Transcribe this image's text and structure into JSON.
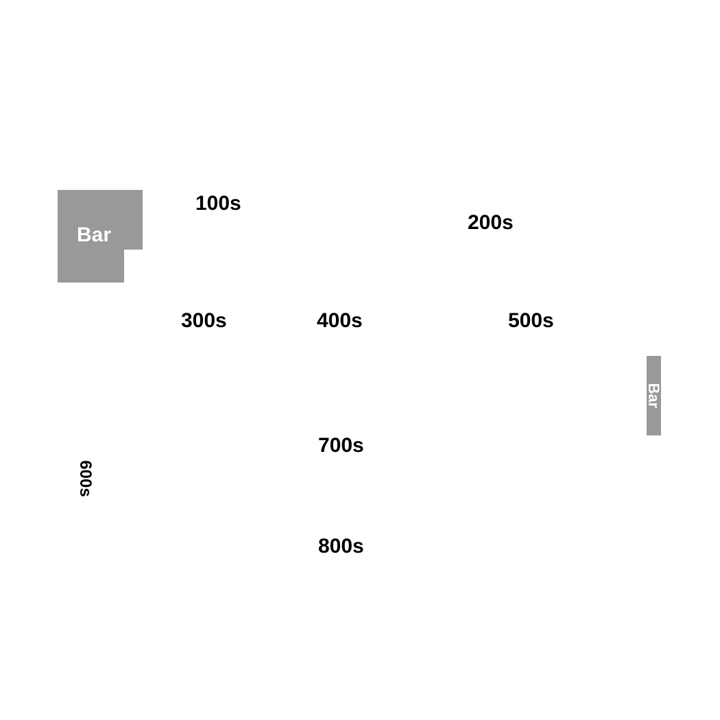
{
  "map": {
    "area_color": "#999999",
    "areas": [
      {
        "id": "bar-left",
        "label": "Bar"
      },
      {
        "id": "bar-right",
        "label": "Bar"
      }
    ],
    "sections": [
      "100s",
      "200s",
      "300s",
      "400s",
      "500s",
      "600s",
      "700s",
      "800s"
    ]
  }
}
